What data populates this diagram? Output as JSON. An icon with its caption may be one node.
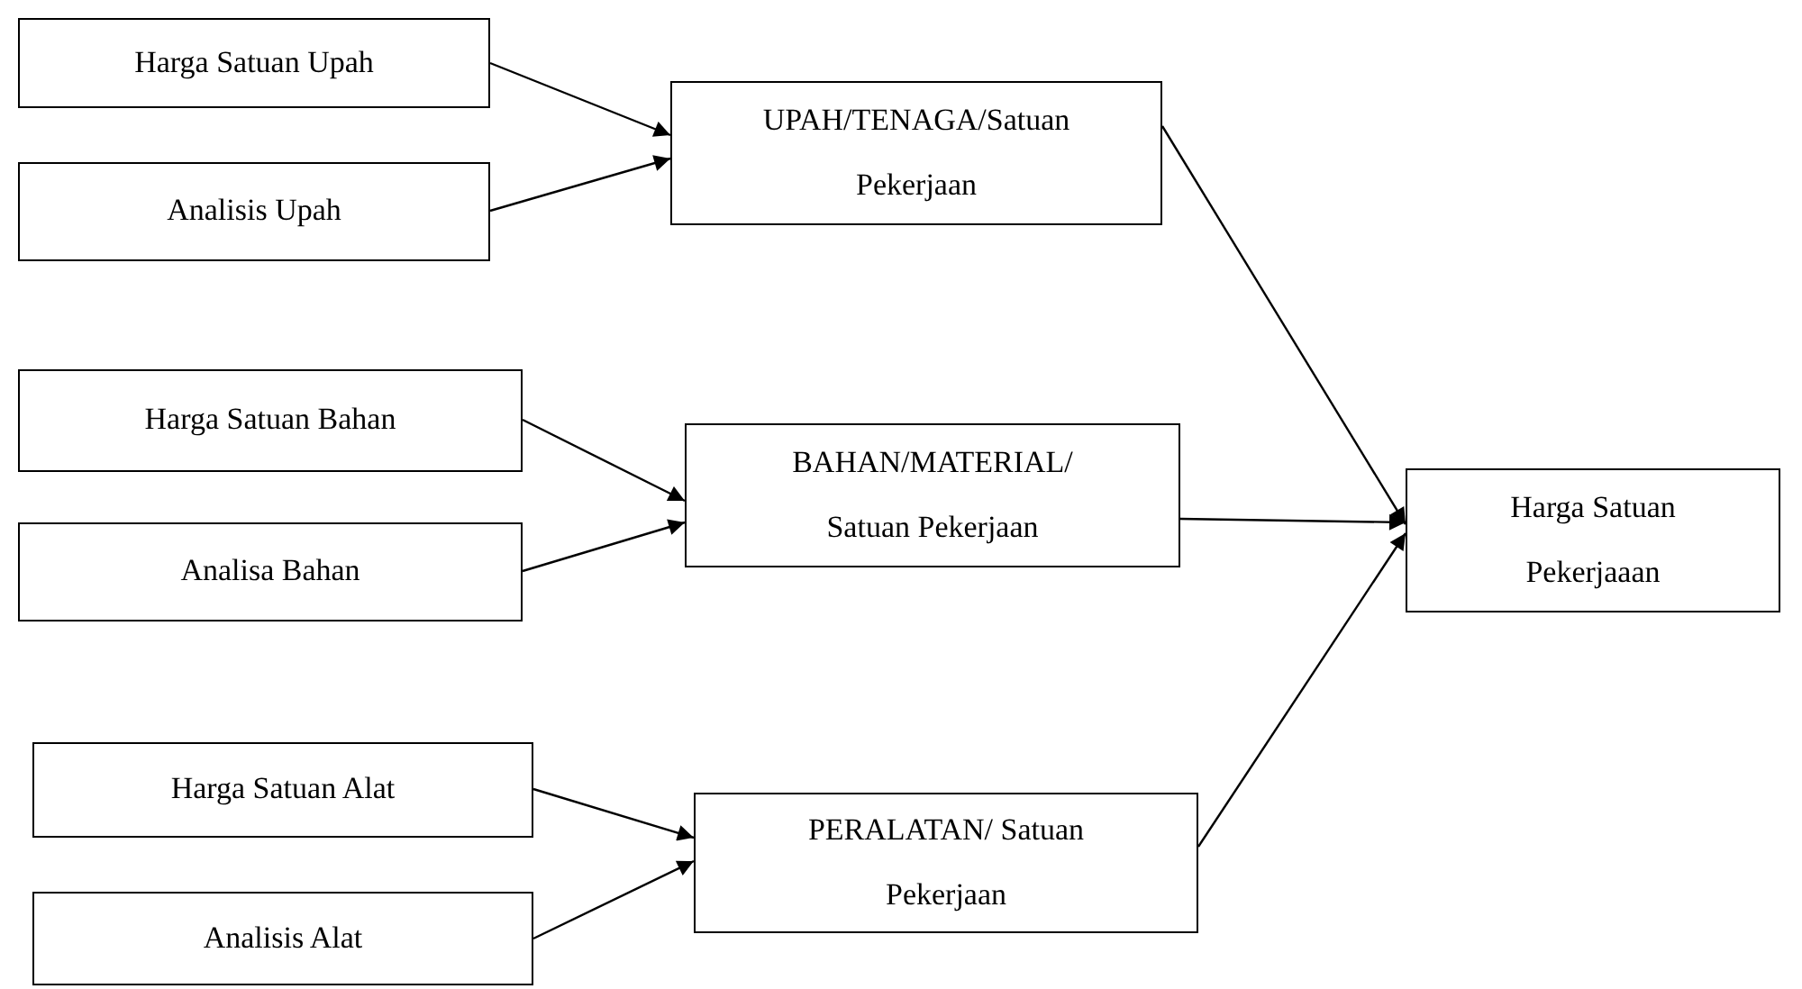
{
  "diagram": {
    "nodes": [
      {
        "text": [
          "Harga Satuan Upah"
        ]
      },
      {
        "text": [
          "Analisis Upah"
        ]
      },
      {
        "text": [
          "UPAH/TENAGA/Satuan Pekerjaan"
        ]
      },
      {
        "text": [
          "Harga Satuan Bahan"
        ]
      },
      {
        "text": [
          "Analisa Bahan"
        ]
      },
      {
        "text": [
          "BAHAN/MATERIAL/ Satuan Pekerjaan"
        ]
      },
      {
        "text": [
          "Harga Satuan Alat"
        ]
      },
      {
        "text": [
          "Analisis Alat"
        ]
      },
      {
        "text": [
          "PERALATAN/ Satuan Pekerjaan"
        ]
      },
      {
        "text": [
          "Harga Satuan Pekerjaaan"
        ]
      }
    ],
    "edges": [
      {
        "from": 0,
        "to": 2,
        "arrow": "to"
      },
      {
        "from": 1,
        "to": 2,
        "arrow": "to"
      },
      {
        "from": 3,
        "to": 5,
        "arrow": "to"
      },
      {
        "from": 4,
        "to": 5,
        "arrow": "to"
      },
      {
        "from": 6,
        "to": 8,
        "arrow": "to"
      },
      {
        "from": 7,
        "to": 8,
        "arrow": "to"
      },
      {
        "from": 2,
        "to": 9,
        "arrow": "to"
      },
      {
        "from": 5,
        "to": 9,
        "arrow": "to"
      },
      {
        "from": 8,
        "to": 9,
        "arrow": "to"
      }
    ]
  }
}
